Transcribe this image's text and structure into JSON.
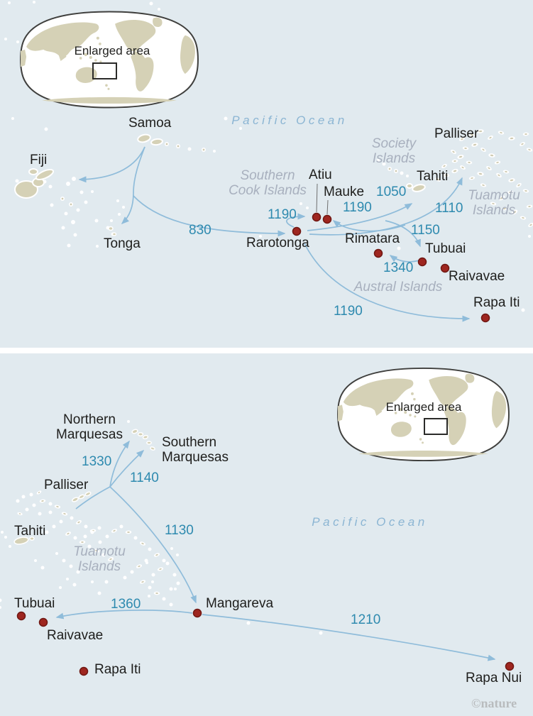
{
  "figure": {
    "credit": "©nature",
    "inset_label": "Enlarged area",
    "ocean_label": "Pacific Ocean",
    "colors": {
      "background": "#e1eaef",
      "land": "#d5d1b6",
      "arrow": "#8fbcda",
      "distance_text": "#2e8aaf",
      "marker_dot": "#9e2620",
      "group_text": "#a8b0be",
      "ocean_text": "#8bb5d3"
    }
  },
  "top_panel": {
    "places": {
      "samoa": "Samoa",
      "fiji": "Fiji",
      "tonga": "Tonga",
      "rarotonga": "Rarotonga",
      "atiu": "Atiu",
      "mauke": "Mauke",
      "rimatara": "Rimatara",
      "tubuai": "Tubuai",
      "raivavae": "Raivavae",
      "rapa_iti": "Rapa Iti",
      "tahiti": "Tahiti",
      "palliser": "Palliser"
    },
    "groups": {
      "southern_cook": "Southern\nCook Islands",
      "society": "Society\nIslands",
      "tuamotu": "Tuamotu\nIslands",
      "austral": "Austral Islands"
    },
    "distances": {
      "samoa_rarotonga": "830",
      "rarotonga_atiu": "1190",
      "tahiti_mauke": "1190",
      "rarotonga_tahiti": "1050",
      "rarotonga_palliser": "1110",
      "tahiti_tubuai": "1150",
      "tubuai_rimatara": "1340",
      "rarotonga_rapa_iti": "1190"
    }
  },
  "bottom_panel": {
    "places": {
      "northern_marquesas": "Northern\nMarquesas",
      "southern_marquesas": "Southern\nMarquesas",
      "palliser": "Palliser",
      "tahiti": "Tahiti",
      "mangareva": "Mangareva",
      "tubuai": "Tubuai",
      "raivavae": "Raivavae",
      "rapa_iti": "Rapa Iti",
      "rapa_nui": "Rapa Nui"
    },
    "groups": {
      "tuamotu": "Tuamotu\nIslands"
    },
    "distances": {
      "palliser_n_marquesas": "1330",
      "palliser_s_marquesas": "1140",
      "palliser_mangareva": "1130",
      "mangareva_raivavae": "1360",
      "mangareva_rapa_nui": "1210"
    }
  },
  "routes": [
    {
      "from": "Samoa",
      "to": "Fiji",
      "distance": null
    },
    {
      "from": "Samoa",
      "to": "Tonga",
      "distance": null
    },
    {
      "from": "Samoa",
      "to": "Rarotonga",
      "distance": 830
    },
    {
      "from": "Rarotonga",
      "to": "Atiu",
      "distance": 1190
    },
    {
      "from": "Tahiti",
      "to": "Mauke",
      "distance": 1190
    },
    {
      "from": "Rarotonga",
      "to": "Tahiti",
      "distance": 1050
    },
    {
      "from": "Rarotonga",
      "to": "Palliser",
      "distance": 1110
    },
    {
      "from": "Tahiti",
      "to": "Tubuai",
      "distance": 1150
    },
    {
      "from": "Tubuai",
      "to": "Rimatara",
      "distance": 1340
    },
    {
      "from": "Rarotonga",
      "to": "Rapa Iti",
      "distance": 1190
    },
    {
      "from": "Palliser",
      "to": "Northern Marquesas",
      "distance": 1330
    },
    {
      "from": "Palliser",
      "to": "Southern Marquesas",
      "distance": 1140
    },
    {
      "from": "Palliser",
      "to": "Mangareva",
      "distance": 1130
    },
    {
      "from": "Mangareva",
      "to": "Raivavae",
      "distance": 1360
    },
    {
      "from": "Mangareva",
      "to": "Rapa Nui",
      "distance": 1210
    }
  ]
}
